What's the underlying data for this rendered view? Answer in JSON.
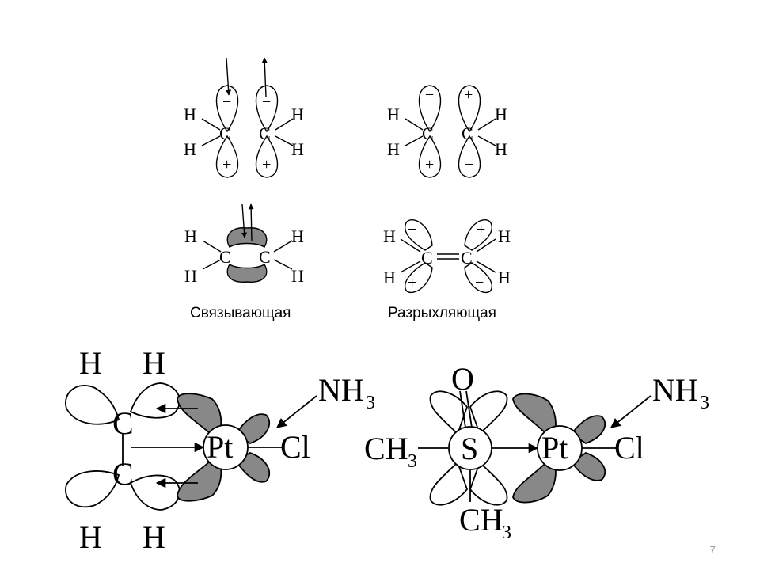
{
  "atoms": {
    "H": "H",
    "C": "C",
    "Pt": "Pt",
    "Cl": "Cl",
    "S": "S",
    "O": "O",
    "NH": "NH",
    "CH": "CH",
    "sub3": "3"
  },
  "signs": {
    "plus": "+",
    "minus": "−"
  },
  "captions": {
    "bonding": "Связывающая",
    "antibonding": "Разрыхляющая"
  },
  "page_number": "7"
}
